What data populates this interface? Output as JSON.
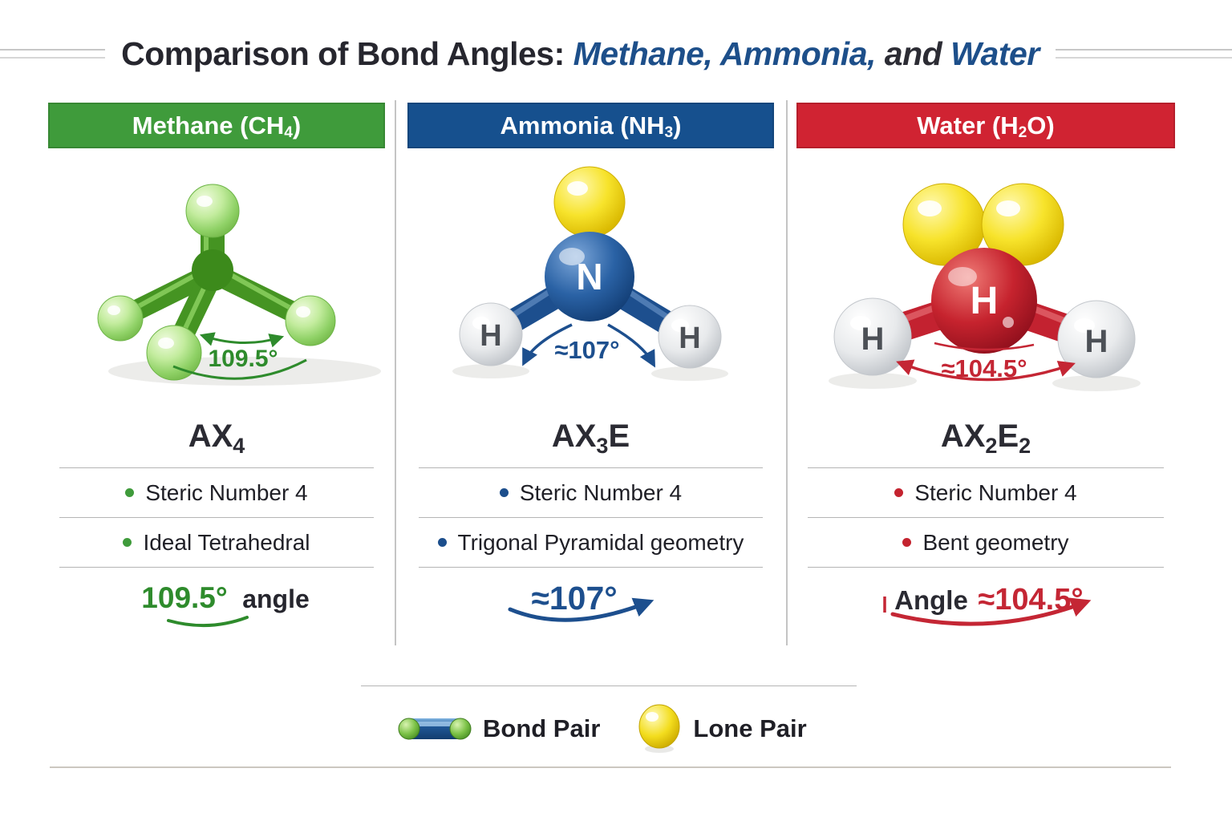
{
  "title": {
    "part1": "Comparison of Bond Angles: ",
    "part2": "Methane, Ammonia,",
    "part3": " and ",
    "part4": "Water"
  },
  "colors": {
    "methane_green": "#3f9b3b",
    "ammonia_blue": "#16508e",
    "water_red": "#d02332",
    "title_blue": "#1d4f8a",
    "angle_green": "#2e8b2c",
    "angle_blue": "#1d4f8e",
    "angle_red": "#c42634"
  },
  "columns": [
    {
      "id": "methane",
      "header": {
        "pre": "Methane (CH",
        "sub": "4",
        "post": ")"
      },
      "molecule": {
        "angle_label": "109.5°"
      },
      "formula": {
        "pre": "AX",
        "sub1": "4",
        "mid": "",
        "sub2": ""
      },
      "bullets": [
        "Steric Number 4",
        "Ideal Tetrahedral"
      ],
      "angle_line": {
        "prefix": "",
        "value": "109.5°",
        "suffix": "angle"
      }
    },
    {
      "id": "ammonia",
      "header": {
        "pre": "Ammonia (NH",
        "sub": "3",
        "post": ")"
      },
      "molecule": {
        "center_label": "N",
        "h_label": "H",
        "angle_label": "≈107°"
      },
      "formula": {
        "pre": "AX",
        "sub1": "3",
        "mid": "E",
        "sub2": ""
      },
      "bullets": [
        "Steric Number 4",
        "Trigonal Pyramidal geometry"
      ],
      "angle_line": {
        "prefix": "",
        "value": "≈107°",
        "suffix": ""
      }
    },
    {
      "id": "water",
      "header": {
        "pre": "Water (H",
        "sub": "2",
        "post": "O)"
      },
      "molecule": {
        "center_label": "H",
        "h_label": "H",
        "angle_label": "≈104.5°"
      },
      "formula": {
        "pre": "AX",
        "sub1": "2",
        "mid": "E",
        "sub2": "2"
      },
      "bullets": [
        "Steric Number 4",
        "Bent geometry"
      ],
      "angle_line": {
        "prefix": "Angle",
        "value": "≈104.5°",
        "suffix": ""
      }
    }
  ],
  "legend": {
    "bond_pair_label": "Bond Pair",
    "lone_pair_label": "Lone Pair"
  }
}
